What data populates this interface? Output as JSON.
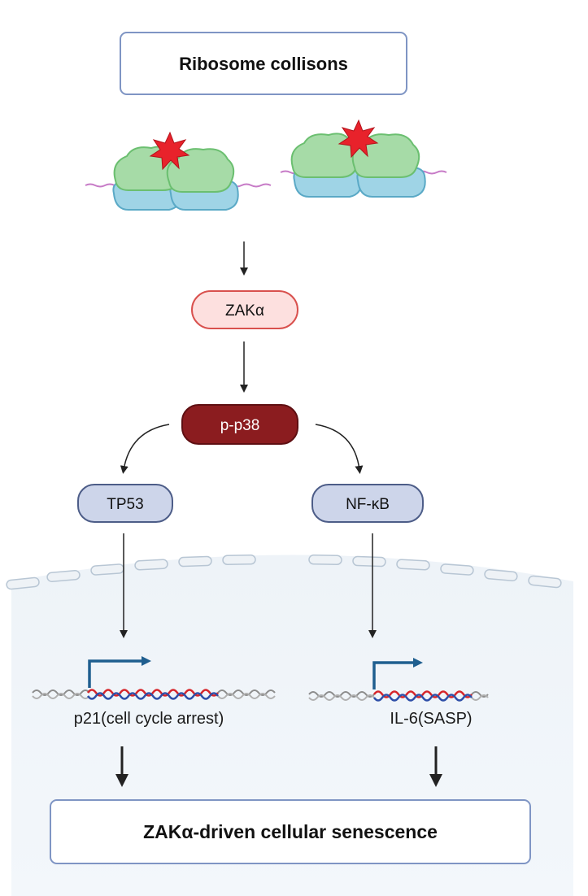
{
  "title": "Ribosome collisons",
  "nodes": {
    "zak": "ZAKα",
    "pp38": "p-p38",
    "tp53": "TP53",
    "nfkb": "NF-κB"
  },
  "genes": {
    "p21": "p21(cell cycle arrest)",
    "il6": "IL-6(SASP)"
  },
  "outcome": "ZAKα-driven cellular senescence",
  "colors": {
    "zak_fill": "#fde0df",
    "zak_stroke": "#d9514e",
    "pp38_fill": "#8b1c1f",
    "tf_fill": "#cdd5ea",
    "tf_stroke": "#4d5d88",
    "box_stroke": "#7f95c4",
    "dna_red": "#d6262c",
    "dna_blue": "#2e4fa8",
    "promoter_arrow": "#1f5e8f"
  }
}
